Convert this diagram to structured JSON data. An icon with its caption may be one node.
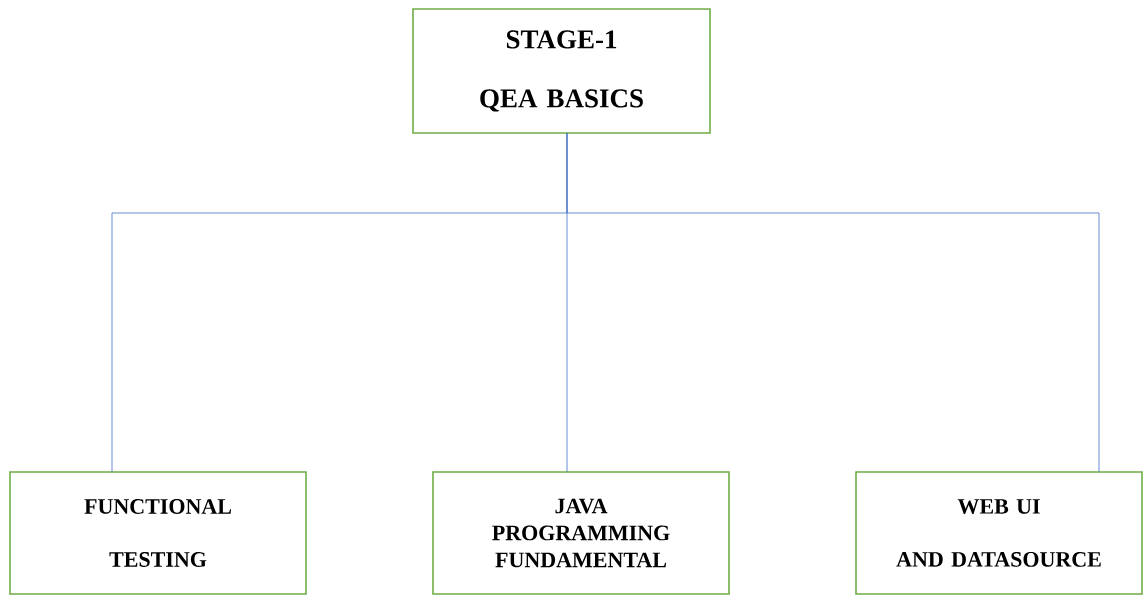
{
  "diagram": {
    "nodes": [
      {
        "text": [
          "STAGE-1",
          "QEA BASICS"
        ]
      },
      {
        "text": [
          "FUNCTIONAL",
          "TESTING"
        ]
      },
      {
        "text": [
          "JAVA PROGRAMMING FUNDAMENTAL"
        ]
      },
      {
        "text": [
          "WEB UI",
          "AND DATASOURCE"
        ]
      }
    ],
    "edges": [
      {
        "from": 0,
        "to": 1,
        "arrow": "none"
      },
      {
        "from": 0,
        "to": 2,
        "arrow": "none"
      },
      {
        "from": 0,
        "to": 3,
        "arrow": "none"
      }
    ]
  }
}
